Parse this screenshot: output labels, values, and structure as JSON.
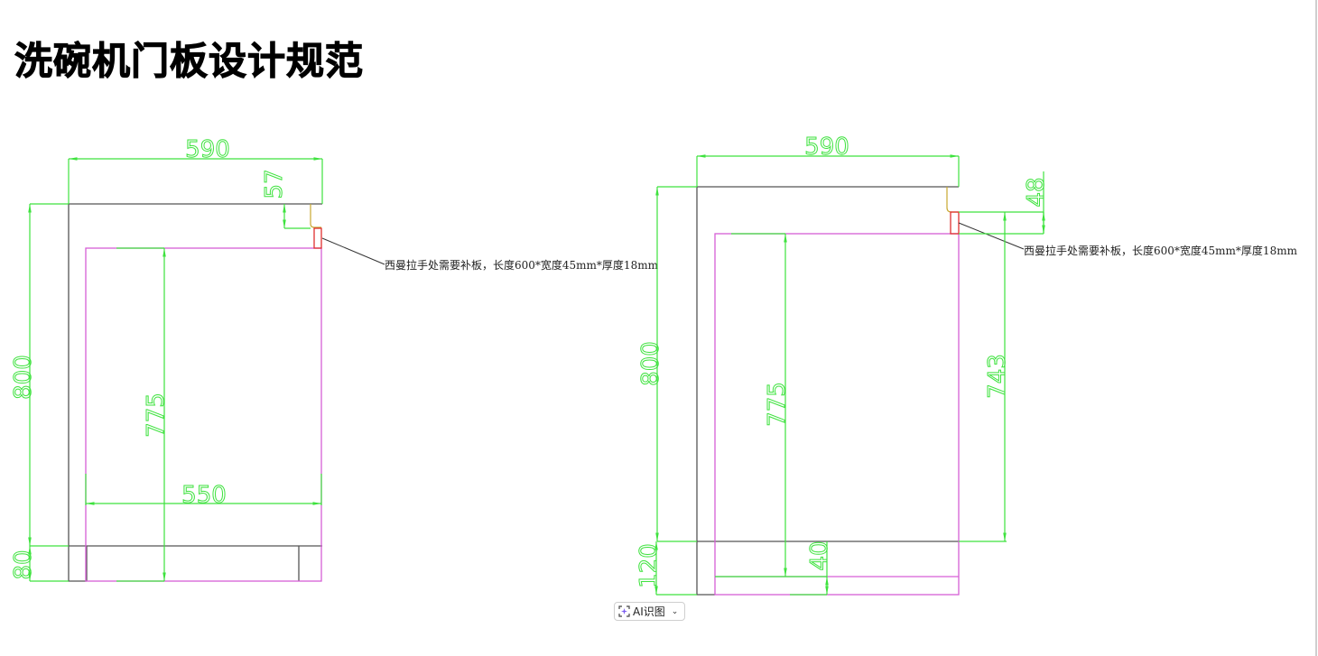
{
  "page": {
    "title": "洗碗机门板设计规范"
  },
  "colors": {
    "dimension": "#3ee23e",
    "panel_outline": "#555555",
    "door_outline": "#d65fd6",
    "handle_fill_outline": "#e03030",
    "handle_profile": "#c8a830",
    "leader": "#333333"
  },
  "drawings": [
    {
      "id": "left",
      "dimensions": {
        "overall_width": "590",
        "handle_gap": "57",
        "overall_height": "800",
        "door_height": "775",
        "door_width": "550",
        "plinth_height": "80"
      },
      "note": "西曼拉手处需要补板，长度600*宽度45mm*厚度18mm"
    },
    {
      "id": "right",
      "dimensions": {
        "overall_width": "590",
        "handle_gap": "48",
        "overall_height": "800",
        "door_height": "775",
        "side_height": "743",
        "plinth_height": "120",
        "bottom_offset": "40"
      },
      "note": "西曼拉手处需要补板，长度600*宽度45mm*厚度18mm"
    }
  ],
  "toolbar": {
    "ai_recognize_label": "AI识图"
  }
}
